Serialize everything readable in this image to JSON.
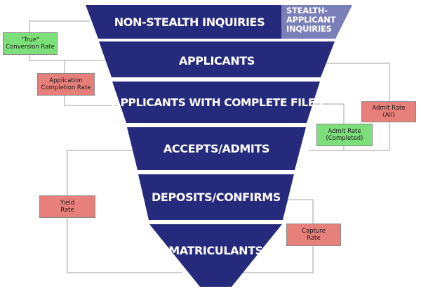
{
  "funnel": {
    "stages": [
      {
        "label": "NON-STEALTH INQUIRIES"
      },
      {
        "label": "APPLICANTS"
      },
      {
        "label": "APPLICANTS WITH COMPLETE FILES"
      },
      {
        "label": "ACCEPTS/ADMITS"
      },
      {
        "label": "DEPOSITS/CONFIRMS"
      },
      {
        "label": "MATRICULANTS"
      }
    ],
    "stealth": {
      "line1": "STEALTH-",
      "line2": "APPLICANT",
      "line3": "INQUIRIES"
    }
  },
  "metrics": {
    "true_conversion": {
      "line1": "\"True\"",
      "line2": "Conversion Rate"
    },
    "application_completion": {
      "line1": "Application",
      "line2": "Completion Rate"
    },
    "admit_all": {
      "line1": "Admit Rate",
      "line2": "(All)"
    },
    "admit_completed": {
      "line1": "Admit Rate",
      "line2": "(Completed)"
    },
    "yield": {
      "line1": "Yield",
      "line2": "Rate"
    },
    "capture": {
      "line1": "Capture",
      "line2": "Rate"
    }
  },
  "colors": {
    "funnel": "#252a7c",
    "stealth": "#7a7fb7",
    "metric_green": "#7ddf7a",
    "metric_red": "#e77f7a",
    "connector": "#9a9a9a"
  }
}
